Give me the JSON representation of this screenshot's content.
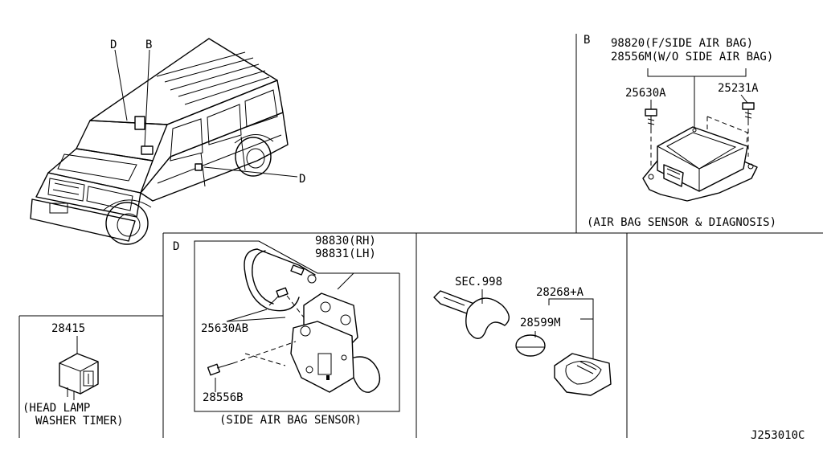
{
  "vehicle": {
    "callout_d_top": "D",
    "callout_b_top": "B",
    "callout_d_right": "D"
  },
  "section_b": {
    "letter": "B",
    "line1": "98820(F/SIDE AIR BAG)",
    "line2": "28556M(W/O SIDE AIR BAG)",
    "screw_left": "25630A",
    "screw_right": "25231A",
    "caption": "(AIR BAG SENSOR & DIAGNOSIS)"
  },
  "section_d": {
    "letter": "D",
    "part_rh": "98830(RH)",
    "part_lh": "98831(LH)",
    "bolt_upper": "25630AB",
    "bolt_lower": "28556B",
    "caption": "(SIDE  AIR BAG SENSOR)"
  },
  "section_key": {
    "sec": "SEC.998",
    "set": "28268+A",
    "battery": "28599M"
  },
  "section_timer": {
    "part": "28415",
    "caption_line1": "(HEAD LAMP",
    "caption_line2": "WASHER TIMER)"
  },
  "diagram_code": "J253010C"
}
